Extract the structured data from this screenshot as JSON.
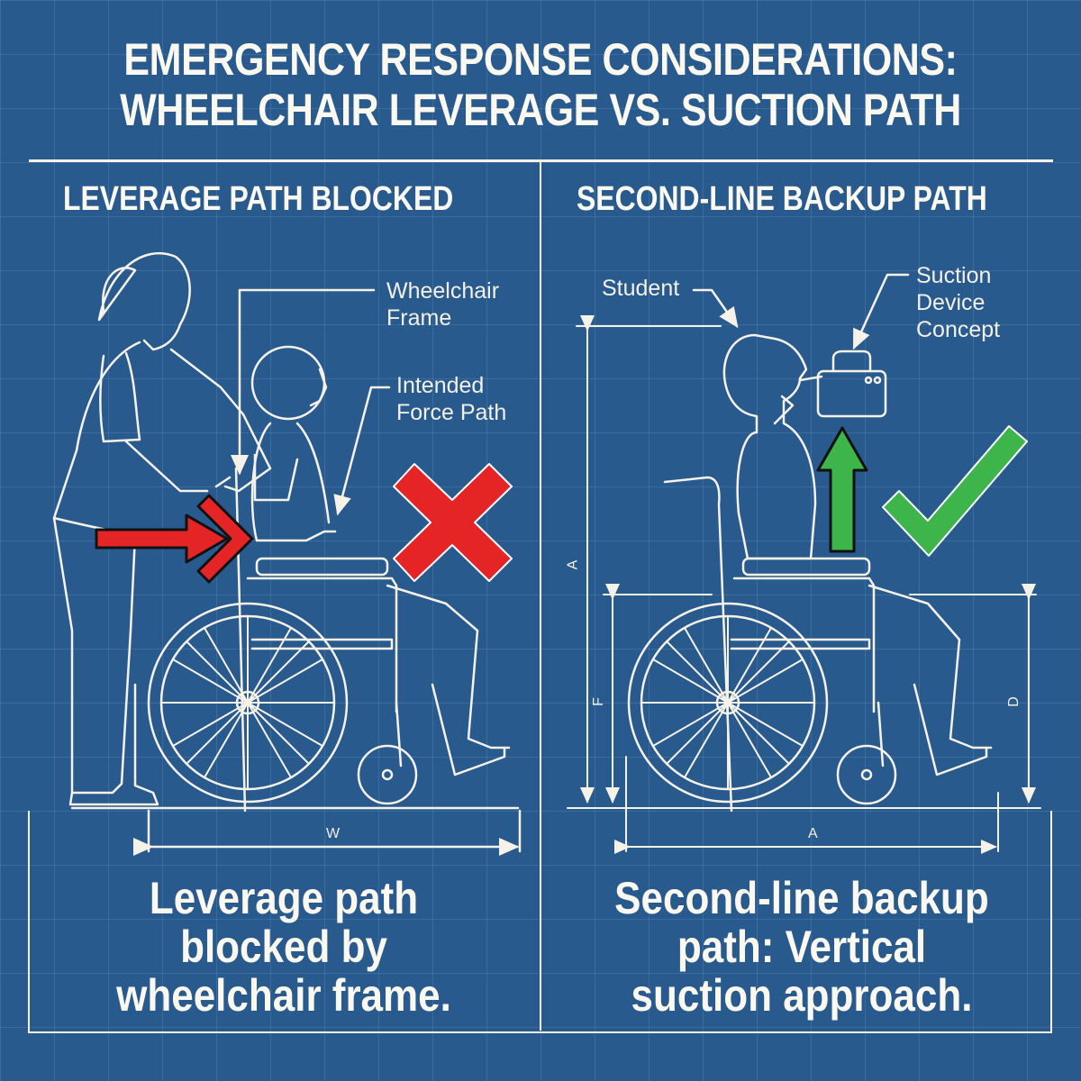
{
  "header": {
    "title_line1": "EMERGENCY RESPONSE CONSIDERATIONS:",
    "title_line2": "WHEELCHAIR LEVERAGE VS. SUCTION PATH"
  },
  "left_panel": {
    "heading": "LEVERAGE PATH BLOCKED",
    "callouts": {
      "frame_line1": "Wheelchair",
      "frame_line2": "Frame",
      "force_line1": "Intended",
      "force_line2": "Force Path"
    },
    "dimension_label": "W",
    "status_icon": "red-x-icon",
    "arrow_icon": "red-right-arrow-icon",
    "caption_line1": "Leverage path",
    "caption_line2": "blocked by",
    "caption_line3": "wheelchair frame."
  },
  "right_panel": {
    "heading": "SECOND-LINE BACKUP PATH",
    "callouts": {
      "student": "Student",
      "device_line1": "Suction",
      "device_line2": "Device",
      "device_line3": "Concept"
    },
    "dimension_labels": {
      "height_total": "A",
      "seat_height": "F",
      "side_height": "D",
      "width": "A"
    },
    "status_icon": "green-check-icon",
    "arrow_icon": "green-up-arrow-icon",
    "caption_line1": "Second-line backup",
    "caption_line2": "path: Vertical",
    "caption_line3": "suction approach."
  },
  "colors": {
    "background": "#285a8e",
    "line": "#f6f2e8",
    "blocked_red": "#e52426",
    "ok_green": "#3db54a"
  }
}
